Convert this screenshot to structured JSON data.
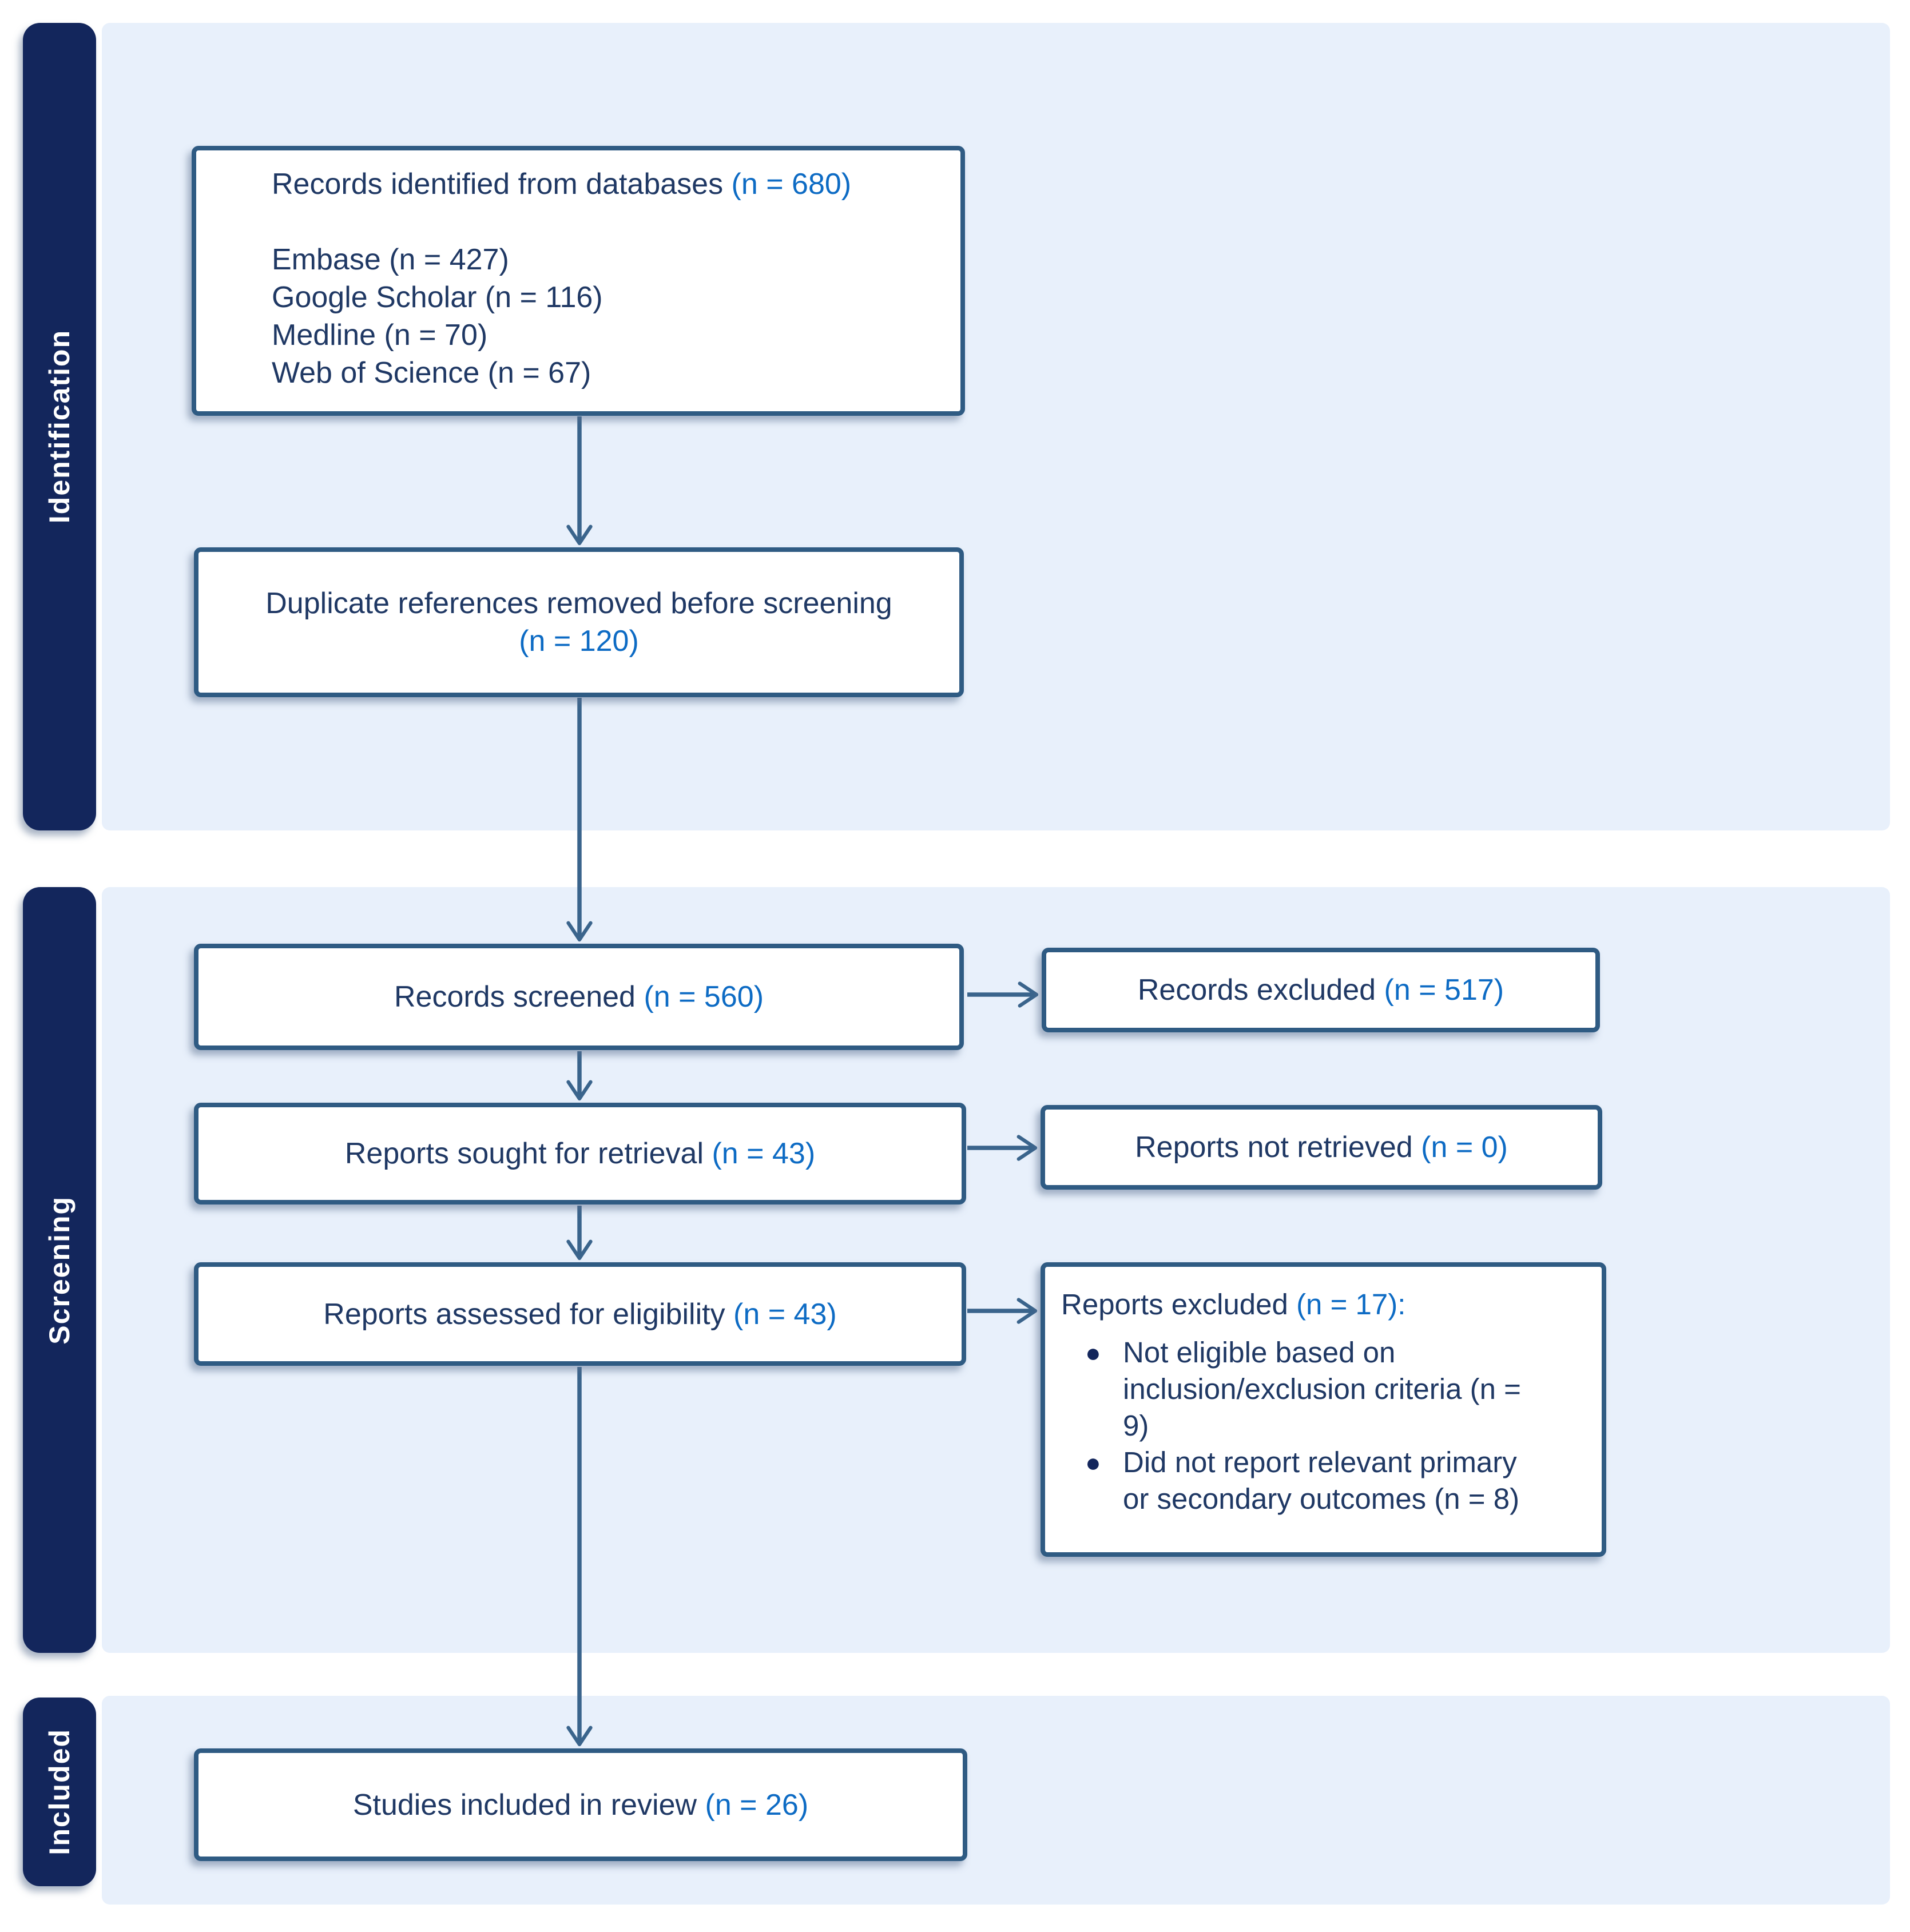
{
  "palette": {
    "sidebar_bar": "#13265C",
    "band_panel": "#E8F0FB",
    "box_border": "#2F5B83",
    "arrow": "#3A648C",
    "text_navy": "#1F3864",
    "text_blue": "#0D6BC4"
  },
  "sidebar": {
    "identification": "Identification",
    "screening": "Screening",
    "included": "Included"
  },
  "boxes": {
    "identified": {
      "title": "Records identified from databases ",
      "n": "(n = 680)",
      "sources": [
        "Embase (n = 427)",
        "Google Scholar (n = 116)",
        "Medline (n = 70)",
        "Web of Science (n = 67)"
      ]
    },
    "duplicates": {
      "title": "Duplicate references removed before screening",
      "n": "(n = 120)"
    },
    "screened": {
      "title": "Records screened ",
      "n": "(n = 560)"
    },
    "records_excluded": {
      "title": "Records excluded ",
      "n": "(n = 517)"
    },
    "sought": {
      "title": "Reports sought for retrieval ",
      "n": "(n = 43)"
    },
    "not_retrieved": {
      "title": "Reports not retrieved ",
      "n": "(n = 0)"
    },
    "assessed": {
      "title": "Reports assessed for eligibility ",
      "n": "(n = 43)"
    },
    "reports_excluded": {
      "title": "Reports excluded ",
      "n": "(n = 17):",
      "bullet_glyph": "●",
      "reasons": [
        [
          "Not eligible based on",
          "inclusion/exclusion criteria (n =",
          "9)"
        ],
        [
          "Did not report relevant primary",
          "or secondary outcomes (n = 8)"
        ]
      ]
    },
    "included_studies": {
      "title": "Studies included in review ",
      "n": "(n = 26)"
    }
  }
}
